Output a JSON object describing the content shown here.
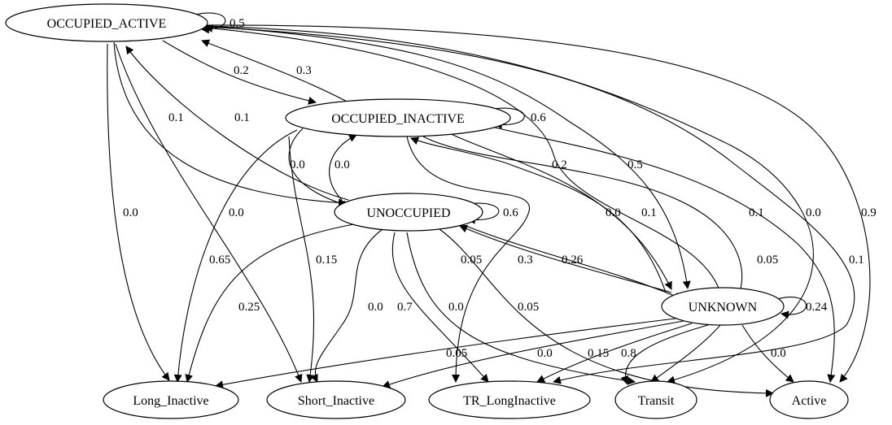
{
  "nodes": {
    "occupied_active": "OCCUPIED_ACTIVE",
    "occupied_inactive": "OCCUPIED_INACTIVE",
    "unoccupied": "UNOCCUPIED",
    "unknown": "UNKNOWN",
    "long_inactive": "Long_Inactive",
    "short_inactive": "Short_Inactive",
    "tr_longinactive": "TR_LongInactive",
    "transit": "Transit",
    "active": "Active"
  },
  "edges": {
    "oa_oa": "0.5",
    "oa_oi": "0.2",
    "oi_oa": "0.3",
    "oa_un": "0.1",
    "un_oa": "0.1",
    "oa_li": "0.0",
    "oa_si": "0.0",
    "oi_oi": "0.6",
    "oi_un": "0.0",
    "un_oi": "0.0",
    "oi_li": "0.65",
    "oi_si": "0.15",
    "oi_uk": "0.0",
    "uk_oi": "0.1",
    "oi_tr_b": "0.05",
    "oi_active": "0.1",
    "uk_oa": "0.2",
    "oa_uk": "0.5",
    "oa_transit": "0.0",
    "oa_active": "0.9",
    "un_un": "0.6",
    "un_li": "0.25",
    "un_si": "0.0",
    "un_tr": "0.7",
    "un_transit": "0.0",
    "un_active": "0.05",
    "un_uk": "0.3",
    "uk_un": "0.26",
    "oi_transit": "0.05",
    "oa_tr": "0.1",
    "uk_uk": "0.24",
    "uk_li": "0.05",
    "uk_si": "0.0",
    "uk_tr": "0.15",
    "uk_transit": "0.8",
    "uk_active": "0.0"
  }
}
